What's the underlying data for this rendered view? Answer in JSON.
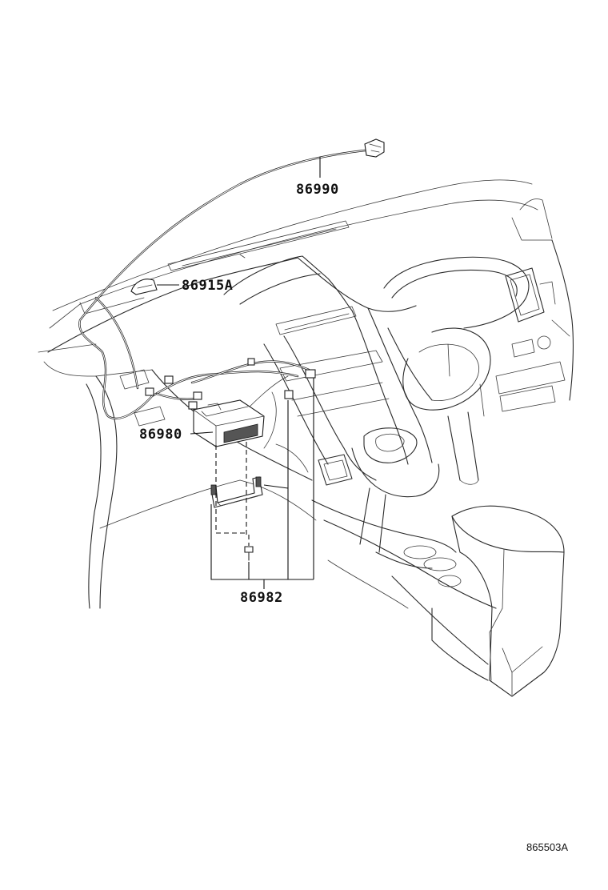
{
  "diagram": {
    "parts": [
      {
        "id": "antenna-cord",
        "number": "86990"
      },
      {
        "id": "antenna-sensor",
        "number": "86915A"
      },
      {
        "id": "receiver-unit",
        "number": "86980"
      },
      {
        "id": "bracket-screw",
        "number": "86982"
      }
    ],
    "reference_code": "865503A"
  }
}
